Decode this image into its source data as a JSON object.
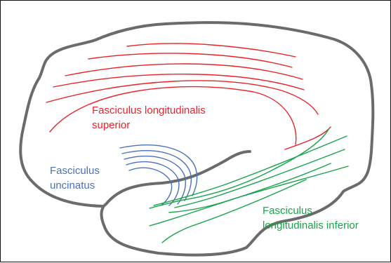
{
  "labels": {
    "superior": {
      "line1": "Fasciculus longitudinalis",
      "line2": "superior",
      "color": "#e8232a"
    },
    "uncinatus": {
      "line1": "Fasciculus",
      "line2": "uncinatus",
      "color": "#4a72b8"
    },
    "inferior": {
      "line1": "Fasciculus",
      "line2": "longitudinalis inferior",
      "color": "#17a34a"
    }
  },
  "outline_color": "#6b6b6b"
}
